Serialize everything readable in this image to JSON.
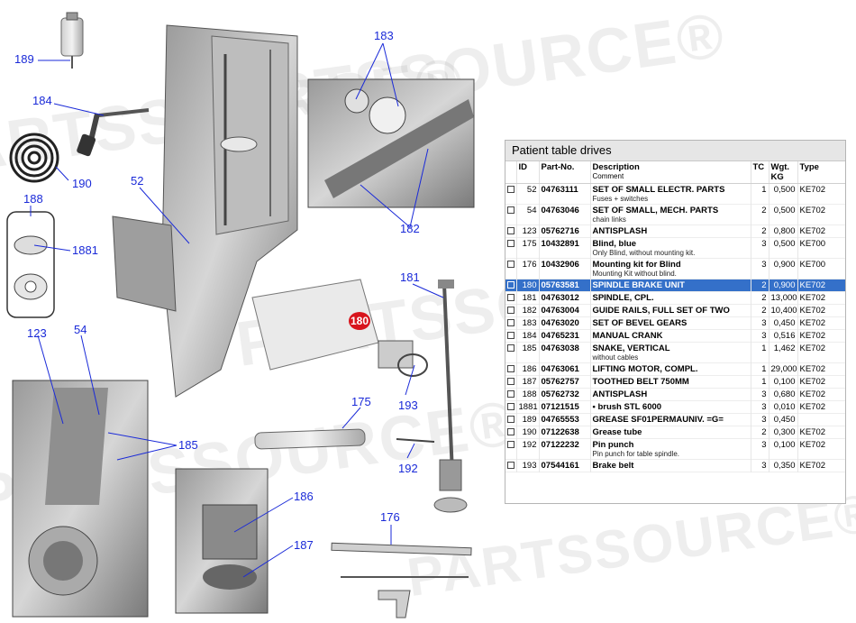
{
  "panel": {
    "title": "Patient table drives",
    "headers": {
      "id": "ID",
      "part_no": "Part-No.",
      "description": "Description",
      "comment": "Comment",
      "tc": "TC",
      "wgt": "Wgt.",
      "wgt_unit": "KG",
      "type": "Type"
    },
    "rows": [
      {
        "id": "52",
        "part_no": "04763111",
        "description": "SET OF SMALL ELECTR. PARTS",
        "comment": "Fuses + switches",
        "tc": "1",
        "wgt": "0,500",
        "type": "KE702"
      },
      {
        "id": "54",
        "part_no": "04763046",
        "description": "SET OF SMALL, MECH. PARTS",
        "comment": "chain links",
        "tc": "2",
        "wgt": "0,500",
        "type": "KE702"
      },
      {
        "id": "123",
        "part_no": "05762716",
        "description": "ANTISPLASH",
        "comment": "",
        "tc": "2",
        "wgt": "0,800",
        "type": "KE702"
      },
      {
        "id": "175",
        "part_no": "10432891",
        "description": "Blind, blue",
        "comment": "Only Blind, without mounting kit.",
        "tc": "3",
        "wgt": "0,500",
        "type": "KE700"
      },
      {
        "id": "176",
        "part_no": "10432906",
        "description": "Mounting kit for Blind",
        "comment": "Mounting Kit without blind.",
        "tc": "3",
        "wgt": "0,900",
        "type": "KE700"
      },
      {
        "id": "180",
        "part_no": "05763581",
        "description": "SPINDLE BRAKE UNIT",
        "comment": "",
        "tc": "2",
        "wgt": "0,900",
        "type": "KE702"
      },
      {
        "id": "181",
        "part_no": "04763012",
        "description": "SPINDLE, CPL.",
        "comment": "",
        "tc": "2",
        "wgt": "13,000",
        "type": "KE702"
      },
      {
        "id": "182",
        "part_no": "04763004",
        "description": "GUIDE RAILS, FULL SET OF TWO",
        "comment": "",
        "tc": "2",
        "wgt": "10,400",
        "type": "KE702"
      },
      {
        "id": "183",
        "part_no": "04763020",
        "description": "SET OF BEVEL GEARS",
        "comment": "",
        "tc": "3",
        "wgt": "0,450",
        "type": "KE702"
      },
      {
        "id": "184",
        "part_no": "04765231",
        "description": "MANUAL CRANK",
        "comment": "",
        "tc": "3",
        "wgt": "0,516",
        "type": "KE702"
      },
      {
        "id": "185",
        "part_no": "04763038",
        "description": "SNAKE, VERTICAL",
        "comment": "without cables",
        "tc": "1",
        "wgt": "1,462",
        "type": "KE702"
      },
      {
        "id": "186",
        "part_no": "04763061",
        "description": "LIFTING MOTOR, COMPL.",
        "comment": "",
        "tc": "1",
        "wgt": "29,000",
        "type": "KE702"
      },
      {
        "id": "187",
        "part_no": "05762757",
        "description": "TOOTHED BELT 750MM",
        "comment": "",
        "tc": "1",
        "wgt": "0,100",
        "type": "KE702"
      },
      {
        "id": "188",
        "part_no": "05762732",
        "description": "ANTISPLASH",
        "comment": "",
        "tc": "3",
        "wgt": "0,680",
        "type": "KE702"
      },
      {
        "id": "1881",
        "part_no": "07121515",
        "description": "• brush STL 6000",
        "comment": "",
        "tc": "3",
        "wgt": "0,010",
        "type": "KE702"
      },
      {
        "id": "189",
        "part_no": "04765553",
        "description": "GREASE SF01PERMAUNIV. =G=",
        "comment": "",
        "tc": "3",
        "wgt": "0,450",
        "type": ""
      },
      {
        "id": "190",
        "part_no": "07122638",
        "description": "Grease tube",
        "comment": "",
        "tc": "2",
        "wgt": "0,300",
        "type": "KE702"
      },
      {
        "id": "192",
        "part_no": "07122232",
        "description": "Pin punch",
        "comment": "Pin punch for table spindle.",
        "tc": "3",
        "wgt": "0,100",
        "type": "KE702"
      },
      {
        "id": "193",
        "part_no": "07544161",
        "description": "Brake belt",
        "comment": "",
        "tc": "3",
        "wgt": "0,350",
        "type": "KE702"
      }
    ],
    "selected_id": "180"
  },
  "callouts": {
    "c189": "189",
    "c184": "184",
    "c190": "190",
    "c188": "188",
    "c1881": "1881",
    "c52": "52",
    "c183": "183",
    "c182": "182",
    "c181": "181",
    "c180": "180",
    "c193": "193",
    "c175": "175",
    "c192": "192",
    "c123": "123",
    "c54": "54",
    "c185": "185",
    "c186": "186",
    "c187": "187",
    "c176": "176"
  },
  "watermark": "PARTSSOURCE®",
  "colors": {
    "callout": "#1a2ad8",
    "highlight": "#d8141c",
    "selected_row": "#3470c9"
  }
}
